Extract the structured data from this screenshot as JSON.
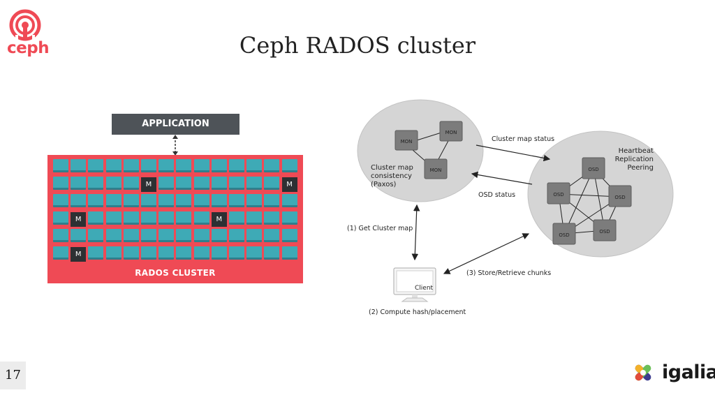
{
  "slide": {
    "title": "Ceph RADOS cluster",
    "page_number": "17"
  },
  "logos": {
    "ceph": "ceph",
    "igalia": "igalia"
  },
  "left_diagram": {
    "application_label": "APPLICATION",
    "cluster_label": "RADOS CLUSTER",
    "monitor_label": "M",
    "grid_rows": 6,
    "grid_cols": 14,
    "monitors": [
      [
        1,
        5
      ],
      [
        1,
        13
      ],
      [
        3,
        1
      ],
      [
        3,
        9
      ],
      [
        5,
        1
      ]
    ]
  },
  "right_diagram": {
    "mon_group": {
      "nodes": [
        "MON",
        "MON",
        "MON"
      ],
      "caption_line1": "Cluster map",
      "caption_line2": "consistency",
      "caption_line3": "(Paxos)"
    },
    "osd_group": {
      "nodes": [
        "OSD",
        "OSD",
        "OSD",
        "OSD",
        "OSD"
      ],
      "caption_line1": "Heartbeat",
      "caption_line2": "Replication",
      "caption_line3": "Peering"
    },
    "client_label": "Client",
    "edges": {
      "cluster_map_status": "Cluster map status",
      "osd_status": "OSD status",
      "get_cluster_map": "(1) Get Cluster map",
      "compute_hash": "(2) Compute hash/placement",
      "store_retrieve": "(3) Store/Retrieve chunks"
    }
  },
  "colors": {
    "cluster_red": "#ef4a55",
    "cell_teal": "#3eaab6",
    "app_gray": "#4e5358",
    "ellipse_gray": "#d5d5d5",
    "node_gray": "#7c7c7c"
  }
}
